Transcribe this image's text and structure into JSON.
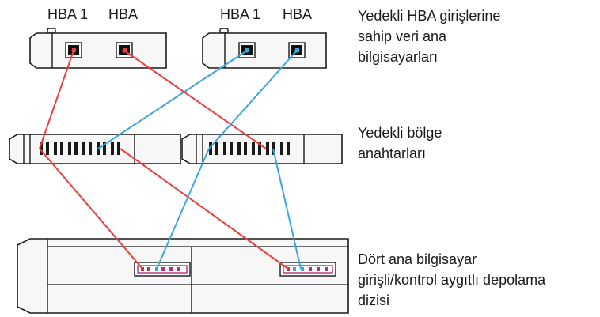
{
  "hosts": [
    {
      "port1_label": "HBA 1",
      "port2_label": "HBA"
    },
    {
      "port1_label": "HBA 1",
      "port2_label": "HBA"
    }
  ],
  "descriptions": {
    "hosts": [
      "Yedekli HBA girişlerine",
      "sahip veri ana",
      "bilgisayarları"
    ],
    "switches": [
      "Yedekli bölge",
      "anahtarları"
    ],
    "storage": [
      "Dört ana bilgisayar",
      "girişli/kontrol aygıtlı depolama",
      "dizisi"
    ]
  },
  "colors": {
    "red_path": "#e8403e",
    "blue_path": "#3aa8dc",
    "outline": "#1a1a1a",
    "device_fill": "#f7f7f7",
    "port_fill": "#c0392b",
    "port_magenta": "#b0307a"
  }
}
